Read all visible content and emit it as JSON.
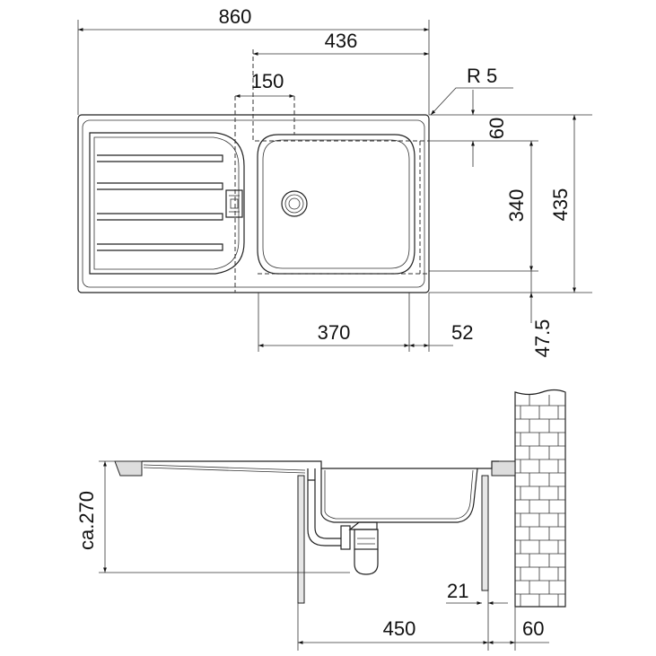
{
  "dimensions": {
    "overall_width": "860",
    "bowl_offset": "436",
    "waste_offset": "150",
    "corner_radius": "R 5",
    "top_edge": "60",
    "bowl_depth": "340",
    "overall_depth": "435",
    "bowl_width": "370",
    "side_margin": "52",
    "front_margin": "47.5",
    "height": "ca.270",
    "wall_thickness": "21",
    "cabinet_depth": "450",
    "wall_offset": "60"
  },
  "colors": {
    "line": "#222222",
    "text": "#111111",
    "background": "#ffffff"
  }
}
